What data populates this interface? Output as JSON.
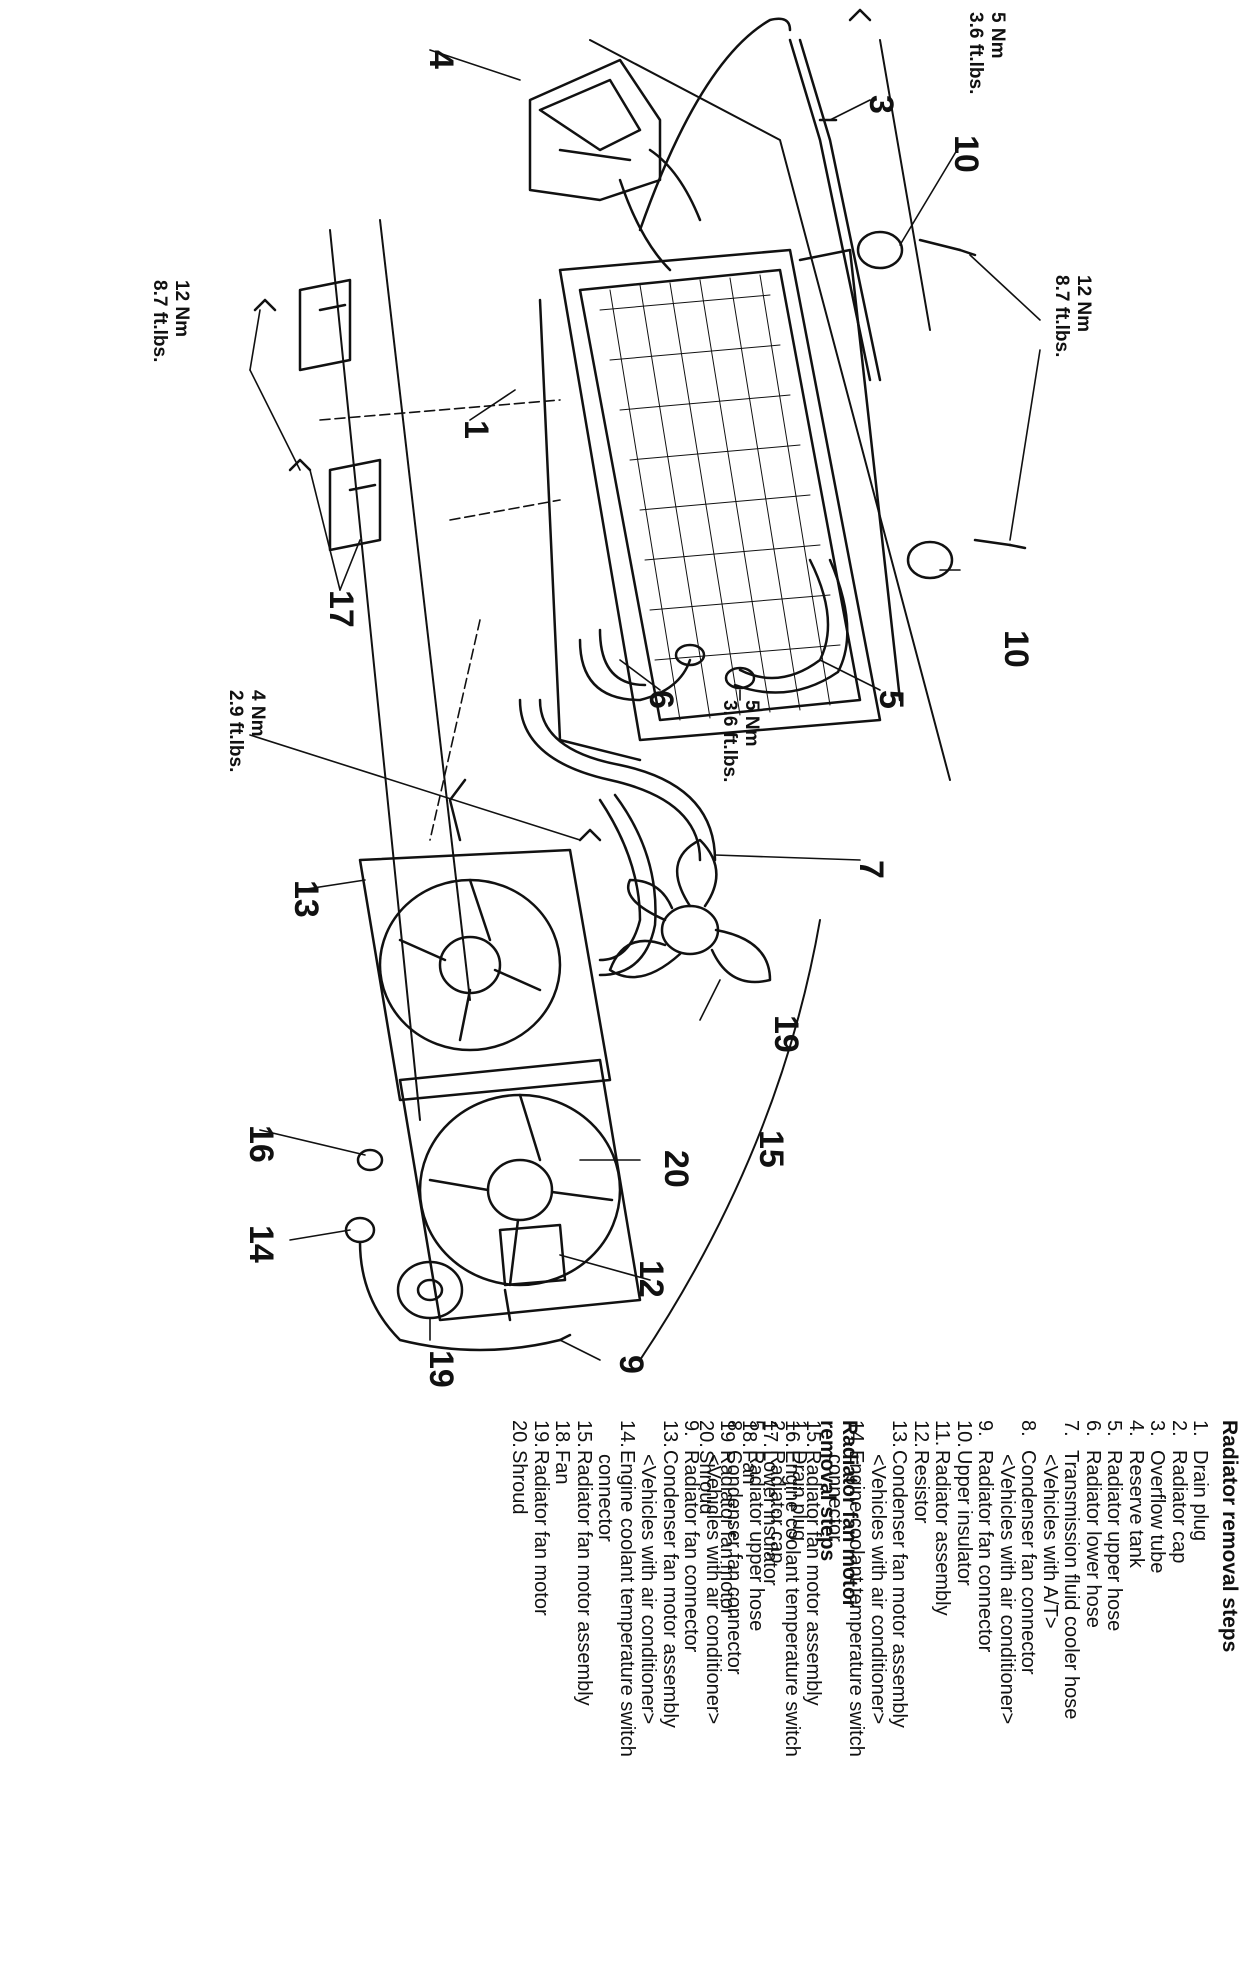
{
  "callouts": {
    "c1": "1",
    "c3": "3",
    "c4": "4",
    "c5": "5",
    "c6": "6",
    "c7": "7",
    "c9": "9",
    "c10a": "10",
    "c10b": "10",
    "c12": "12",
    "c13": "13",
    "c14": "14",
    "c15": "15",
    "c16": "16",
    "c17": "17",
    "c19a": "19",
    "c19b": "19",
    "c20": "20"
  },
  "torques": {
    "t_top_nm": "5 Nm",
    "t_top_ft": "3.6 ft.lbs.",
    "t_upper_right_nm": "12 Nm",
    "t_upper_right_ft": "8.7 ft.lbs.",
    "t_left_nm": "12 Nm",
    "t_left_ft": "8.7 ft.lbs.",
    "t_hose_nm": "5 Nm",
    "t_hose_ft": "3.6 ft.lbs.",
    "t_mid_nm": "4 Nm",
    "t_mid_ft": "2.9 ft.lbs."
  },
  "radiator_removal": {
    "title": "Radiator removal steps",
    "steps": [
      {
        "num": "1.",
        "text": "Drain plug"
      },
      {
        "num": "2.",
        "text": "Radiator cap"
      },
      {
        "num": "3.",
        "text": "Overflow tube"
      },
      {
        "num": "4.",
        "text": "Reserve tank"
      },
      {
        "num": "5.",
        "text": "Radiator upper hose"
      },
      {
        "num": "6.",
        "text": "Radiator lower hose"
      },
      {
        "num": "7.",
        "text": "Transmission fluid cooler hose"
      },
      {
        "num": "",
        "text": "<Vehicles with A/T>"
      },
      {
        "num": "8.",
        "text": "Condenser fan connector"
      },
      {
        "num": "",
        "text": "<Vehicles with air conditioner>"
      },
      {
        "num": "9.",
        "text": "Radiator fan connector"
      },
      {
        "num": "10.",
        "text": "Upper insulator"
      },
      {
        "num": "11.",
        "text": "Radiator assembly"
      },
      {
        "num": "12.",
        "text": "Resistor"
      },
      {
        "num": "13.",
        "text": "Condenser fan motor assembly"
      },
      {
        "num": "",
        "text": "<Vehicles with air conditioner>"
      },
      {
        "num": "14.",
        "text": "Engine coolant temperature switch"
      },
      {
        "num": "",
        "text": "connector"
      },
      {
        "num": "15.",
        "text": "Radiator fan motor assembly"
      },
      {
        "num": "16.",
        "text": "Engine coolant temperature switch"
      },
      {
        "num": "17.",
        "text": "Lower insulator"
      },
      {
        "num": "18.",
        "text": "Fan"
      },
      {
        "num": "19",
        "text": "Radiator fan motor"
      },
      {
        "num": "20.",
        "text": "Shroud"
      }
    ]
  },
  "fan_motor_removal": {
    "title": "Radiator fan motor removal steps",
    "steps": [
      {
        "num": "1.",
        "text": "Drain plug"
      },
      {
        "num": "2.",
        "text": "Radiator cap"
      },
      {
        "num": "5.",
        "text": "Radiator upper hose"
      },
      {
        "num": "8.",
        "text": "Condenser fan connector"
      },
      {
        "num": "",
        "text": "<Vehicles with air conditioner>"
      },
      {
        "num": "9.",
        "text": "Radiator fan connector"
      },
      {
        "num": "13.",
        "text": "Condenser fan motor assembly"
      },
      {
        "num": "",
        "text": "<Vehicles with air conditioner>"
      },
      {
        "num": "14.",
        "text": "Engine coolant temperature switch"
      },
      {
        "num": "",
        "text": "connector"
      },
      {
        "num": "15.",
        "text": "Radiator fan motor assembly"
      },
      {
        "num": "18.",
        "text": "Fan"
      },
      {
        "num": "19.",
        "text": "Radiator fan motor"
      },
      {
        "num": "20.",
        "text": "Shroud"
      }
    ]
  }
}
